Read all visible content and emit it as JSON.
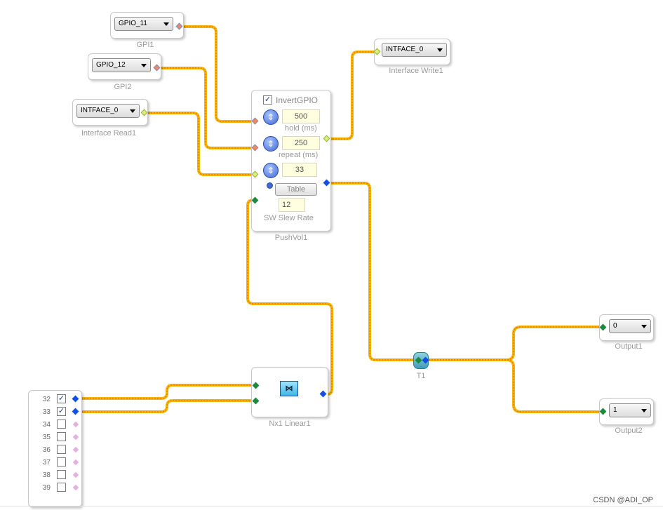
{
  "blocks": {
    "gpi1": {
      "value": "GPIO_11",
      "caption": "GPI1"
    },
    "gpi2": {
      "value": "GPIO_12",
      "caption": "GPI2"
    },
    "interface_read": {
      "value": "INTFACE_0",
      "caption": "Interface Read1"
    },
    "interface_write": {
      "value": "INTFACE_0",
      "caption": "Interface Write1"
    },
    "pushvol": {
      "caption": "PushVol1",
      "invert_label": "InvertGPIO",
      "invert_checked": "✓",
      "hold_value": "500",
      "hold_label": "hold (ms)",
      "repeat_value": "250",
      "repeat_label": "repeat (ms)",
      "third_value": "33",
      "table_label": "Table",
      "slew_value": "12",
      "slew_label": "SW Slew Rate"
    },
    "t1": {
      "caption": "T1"
    },
    "output1": {
      "value": "0",
      "caption": "Output1"
    },
    "output2": {
      "value": "1",
      "caption": "Output2"
    },
    "linear": {
      "caption": "Nx1 Linear1"
    },
    "dc_source": {
      "rows": [
        {
          "num": "32",
          "mark": "✓"
        },
        {
          "num": "33",
          "mark": "✓"
        },
        {
          "num": "34",
          "mark": ""
        },
        {
          "num": "35",
          "mark": ""
        },
        {
          "num": "36",
          "mark": ""
        },
        {
          "num": "37",
          "mark": ""
        },
        {
          "num": "38",
          "mark": ""
        },
        {
          "num": "39",
          "mark": ""
        }
      ]
    }
  },
  "watermark": "CSDN @ADI_OP",
  "colors": {
    "wire": "#f5b400",
    "wire_dash": "#e07000"
  }
}
